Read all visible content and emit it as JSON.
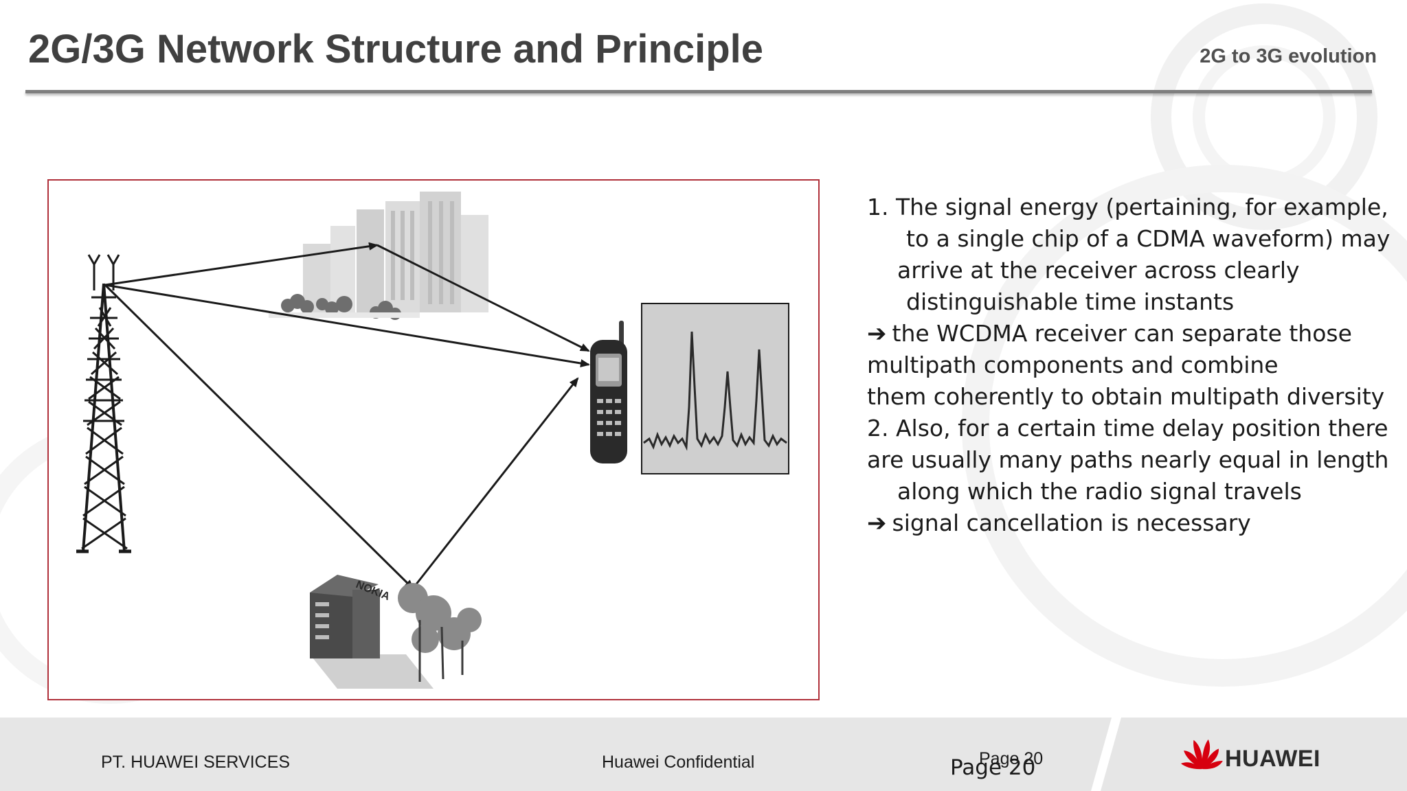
{
  "slide": {
    "title": "2G/3G Network Structure and Principle",
    "subtitle": "2G to 3G evolution"
  },
  "figure": {
    "building_logo": "NOKIA",
    "icons": [
      "antenna-tower-icon",
      "city-buildings-icon",
      "nokia-building-icon",
      "mobile-phone-icon",
      "multipath-spectrum-icon"
    ]
  },
  "bullets": [
    "1.  The signal energy (pertaining, for example,",
    "      to a single chip of a CDMA waveform) may",
    "     arrive at the receiver across clearly",
    "      distinguishable time instants",
    "the WCDMA receiver can separate those",
    "multipath components and combine",
    "them coherently to obtain multipath diversity",
    "2.  Also, for a certain time delay position there",
    "are usually many paths nearly equal in length",
    "     along which the radio signal travels",
    "signal cancellation is necessary"
  ],
  "footer": {
    "company": "PT. HUAWEI SERVICES",
    "confidential": "Huawei Confidential",
    "page_small": "Page 20",
    "page_large": "Page 20",
    "logo_text": "HUAWEI"
  },
  "colors": {
    "title": "#404040",
    "frame_border": "#b0303a",
    "logo_red": "#d7000f",
    "footer_bg": "#e6e6e6"
  }
}
